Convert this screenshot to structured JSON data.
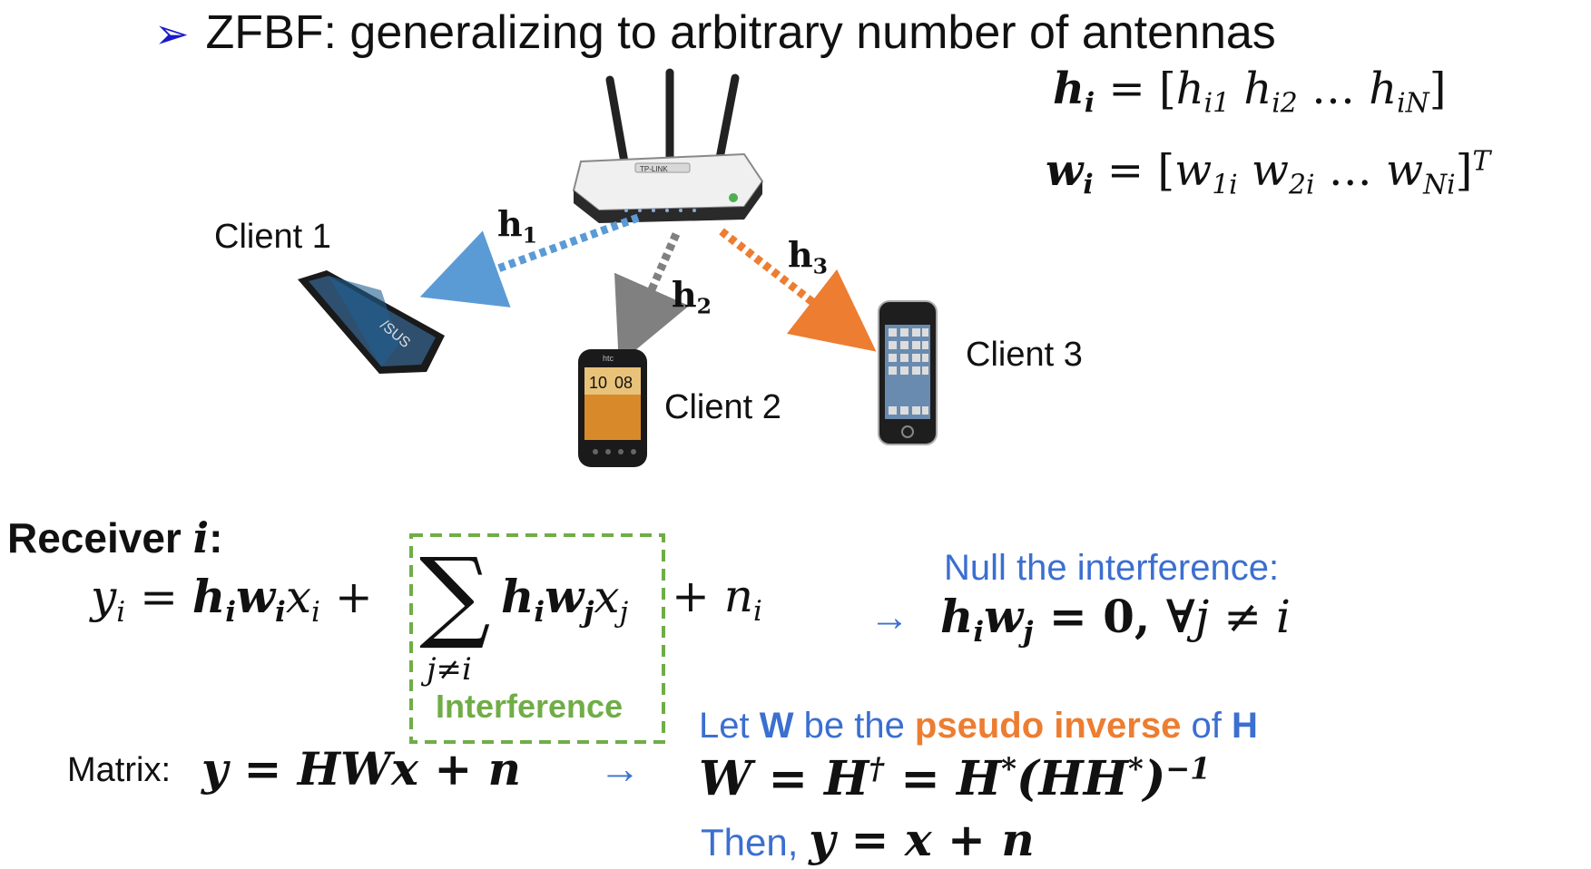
{
  "title": "ZFBF: generalizing to arbitrary number of antennas",
  "bullet_icon": "arrow-bullet-icon",
  "clients": {
    "client1": "Client 1",
    "client2": "Client 2",
    "client3": "Client 3"
  },
  "channels": {
    "h1": "h",
    "h1_sub": "1",
    "h2": "h",
    "h2_sub": "2",
    "h3": "h",
    "h3_sub": "3",
    "colors": {
      "h1": "#5b9bd5",
      "h2": "#808080",
      "h3": "#ed7d31"
    }
  },
  "device_labels": {
    "router_brand": "TP-LINK",
    "tablet_brand": "/SUS",
    "phone_brand": "htc",
    "phone_time_h": "10",
    "phone_time_m": "08"
  },
  "equations": {
    "hi_lhs": "h",
    "hi_lhs_sub": "i",
    "hi_eq": "= [",
    "hi_e1": "h",
    "hi_e1_sub": "i1",
    "hi_e2": "h",
    "hi_e2_sub": "i2",
    "hi_dots": "…",
    "hi_e3": "h",
    "hi_e3_sub": "iN",
    "hi_close": "]",
    "wi_lhs": "w",
    "wi_lhs_sub": "i",
    "wi_eq": "= [",
    "wi_e1": "w",
    "wi_e1_sub": "1i",
    "wi_e2": "w",
    "wi_e2_sub": "2i",
    "wi_dots": "…",
    "wi_e3": "w",
    "wi_e3_sub": "Ni",
    "wi_close": "]",
    "wi_sup": "T"
  },
  "receiver": {
    "label": "Receiver ",
    "var": "i",
    "colon": ":",
    "y": "y",
    "y_sub": "i",
    "eq": " = ",
    "h": "h",
    "h_sub": "i",
    "w": "w",
    "w_sub": "i",
    "x": "x",
    "x_sub": "i",
    "plus": " +",
    "sigma": "∑",
    "sigma_sub": "j≠i",
    "sum_h": "h",
    "sum_h_sub": "i",
    "sum_w": "w",
    "sum_w_sub": "j",
    "sum_x": "x",
    "sum_x_sub": "j",
    "plus2": "+ ",
    "n": "n",
    "n_sub": "i",
    "interference": "Interference"
  },
  "null": {
    "label": "Null the interference:",
    "arrow": "→",
    "h": "h",
    "h_sub": "i",
    "w": "w",
    "w_sub": "j",
    "rest": " = 0, ∀",
    "j": "j",
    "neq": " ≠ ",
    "i": "i"
  },
  "matrix": {
    "label": "Matrix: ",
    "eq": "y = HWx + n",
    "arrow": "→"
  },
  "pseudo": {
    "let": "Let ",
    "W": "W",
    "be_the": " be the ",
    "pinv": "pseudo inverse",
    "of": " of ",
    "H": "H",
    "eq_a": "W = H",
    "dagger": "†",
    "eq_b": " = H",
    "star1": "*",
    "eq_c": "(HH",
    "star2": "*",
    "eq_d": ")",
    "inv": "−1",
    "then": "Then, ",
    "then_eq": "y = x + n"
  }
}
